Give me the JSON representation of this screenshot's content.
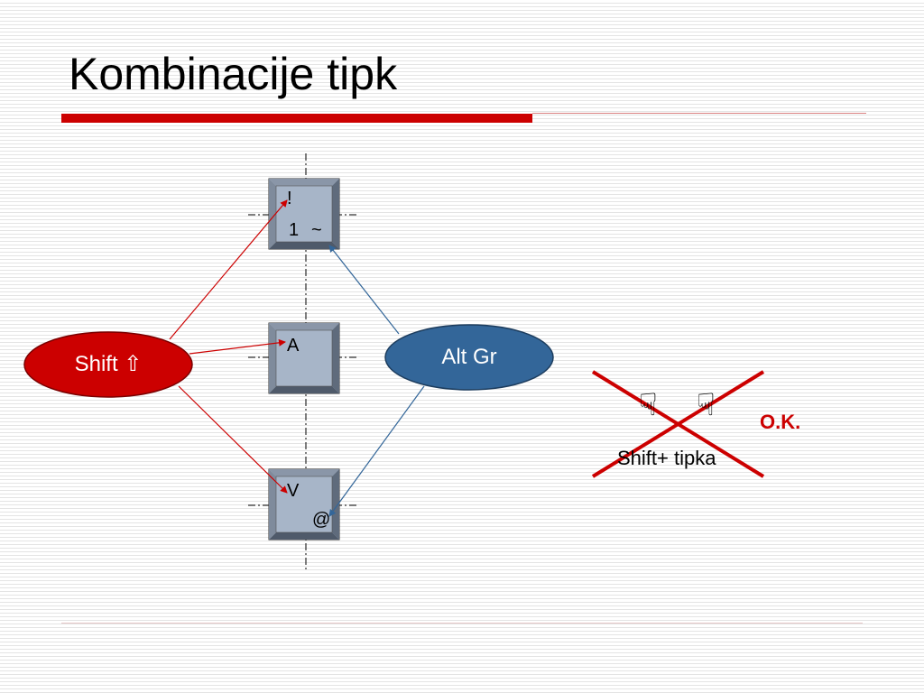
{
  "slide": {
    "title": "Kombinacije tipk"
  },
  "keys": {
    "one": {
      "top_label": "!",
      "bottom_left": "1",
      "bottom_right": "~"
    },
    "a": {
      "top_label": "A"
    },
    "v": {
      "top_label": "V",
      "bottom_right": "@"
    }
  },
  "modifiers": {
    "shift": "Shift ⇧",
    "altgr": "Alt Gr"
  },
  "crossed_out": {
    "hand_left": "☟",
    "hand_right": "☟",
    "caption": "Shift+ tipka",
    "ok": "O.K."
  },
  "colors": {
    "accent_red": "#cc0000",
    "alt_blue": "#336699",
    "key_gray": "#a7b5c8"
  }
}
